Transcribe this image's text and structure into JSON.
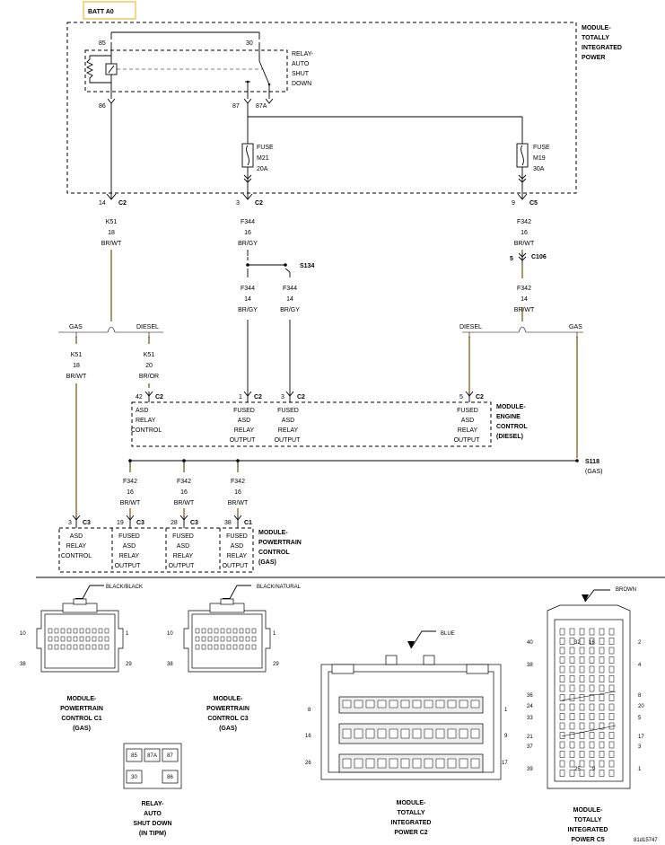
{
  "title": "BATT A0",
  "colors": {
    "wire_bw": "#a58a55",
    "wire_gray": "#808080",
    "title_border": "#f4b731"
  },
  "tipm": {
    "name": [
      "MODULE-",
      "TOTALLY",
      "INTEGRATED",
      "POWER"
    ]
  },
  "relay": {
    "name": [
      "RELAY-",
      "AUTO",
      "SHUT",
      "DOWN"
    ],
    "pin85": "85",
    "pin30": "30",
    "pin86": "86",
    "pin87": "87",
    "pin87a": "87A"
  },
  "fuse_m21": {
    "lines": [
      "FUSE",
      "M21",
      "20A"
    ]
  },
  "fuse_m19": {
    "lines": [
      "FUSE",
      "M19",
      "30A"
    ]
  },
  "tipm_pins": [
    {
      "pin": "14",
      "conn": "C2"
    },
    {
      "pin": "3",
      "conn": "C2"
    },
    {
      "pin": "9",
      "conn": "C5"
    }
  ],
  "wires": {
    "k51_top": [
      "K51",
      "18",
      "BR/WT"
    ],
    "f344_top": [
      "F344",
      "16",
      "BR/GY"
    ],
    "f342_top": [
      "F342",
      "16",
      "BR/WT"
    ],
    "f344_a": [
      "F344",
      "14",
      "BR/GY"
    ],
    "f344_b": [
      "F344",
      "14",
      "BR/GY"
    ],
    "f342_mid": [
      "F342",
      "14",
      "BR/WT"
    ],
    "k51_gas": [
      "K51",
      "18",
      "BR/WT"
    ],
    "k51_diesel": [
      "K51",
      "20",
      "BR/OR"
    ],
    "f342_a": [
      "F342",
      "16",
      "BR/WT"
    ],
    "f342_b": [
      "F342",
      "16",
      "BR/WT"
    ],
    "f342_c": [
      "F342",
      "16",
      "BR/WT"
    ]
  },
  "splices": {
    "s134": "S134",
    "s118": [
      "S118",
      "(GAS)"
    ]
  },
  "c106": {
    "pin": "5",
    "conn": "C106"
  },
  "options": {
    "gas": "GAS",
    "diesel": "DIESEL"
  },
  "ecm": {
    "name": [
      "MODULE-",
      "ENGINE",
      "CONTROL",
      "(DIESEL)"
    ],
    "pins": [
      {
        "pin": "42",
        "conn": "C2",
        "label": [
          "ASD",
          "RELAY",
          "CONTROL"
        ]
      },
      {
        "pin": "1",
        "conn": "C2",
        "label": [
          "FUSED",
          "ASD",
          "RELAY",
          "OUTPUT"
        ]
      },
      {
        "pin": "3",
        "conn": "C2",
        "label": [
          "FUSED",
          "ASD",
          "RELAY",
          "OUTPUT"
        ]
      },
      {
        "pin": "5",
        "conn": "C2",
        "label": [
          "FUSED",
          "ASD",
          "RELAY",
          "OUTPUT"
        ]
      }
    ]
  },
  "pcm": {
    "name": [
      "MODULE-",
      "POWERTRAIN",
      "CONTROL",
      "(GAS)"
    ],
    "pins": [
      {
        "pin": "3",
        "conn": "C3",
        "label": [
          "ASD",
          "RELAY",
          "CONTROL"
        ]
      },
      {
        "pin": "19",
        "conn": "C3",
        "label": [
          "FUSED",
          "ASD",
          "RELAY",
          "OUTPUT"
        ]
      },
      {
        "pin": "28",
        "conn": "C3",
        "label": [
          "FUSED",
          "ASD",
          "RELAY",
          "OUTPUT"
        ]
      },
      {
        "pin": "38",
        "conn": "C1",
        "label": [
          "FUSED",
          "ASD",
          "RELAY",
          "OUTPUT"
        ]
      }
    ]
  },
  "views": {
    "pcm_c1": {
      "color": "BLACK/BLACK",
      "name": [
        "MODULE-",
        "POWERTRAIN",
        "CONTROL C1",
        "(GAS)"
      ],
      "pins": [
        "10",
        "1",
        "38",
        "29"
      ]
    },
    "pcm_c3": {
      "color": "BLACK/NATURAL",
      "name": [
        "MODULE-",
        "POWERTRAIN",
        "CONTROL C3",
        "(GAS)"
      ],
      "pins": [
        "10",
        "1",
        "38",
        "29"
      ]
    },
    "tipm_c2": {
      "color": "BLUE",
      "name": [
        "MODULE-",
        "TOTALLY",
        "INTEGRATED",
        "POWER C2"
      ],
      "pins": [
        "8",
        "1",
        "16",
        "9",
        "26",
        "17"
      ]
    },
    "tipm_c5": {
      "color": "BROWN",
      "name": [
        "MODULE-",
        "TOTALLY",
        "INTEGRATED",
        "POWER C5"
      ],
      "pins": [
        "40",
        "32",
        "16",
        "2",
        "38",
        "4",
        "36",
        "8",
        "24",
        "20",
        "33",
        "5",
        "21",
        "17",
        "37",
        "3",
        "39",
        "25",
        "9",
        "1"
      ]
    },
    "relay_asd": {
      "pins": [
        "85",
        "87A",
        "87",
        "30",
        "86"
      ],
      "name": [
        "RELAY-",
        "AUTO",
        "SHUT DOWN",
        "(IN TIPM)"
      ]
    }
  },
  "doc_id": "81d15747"
}
